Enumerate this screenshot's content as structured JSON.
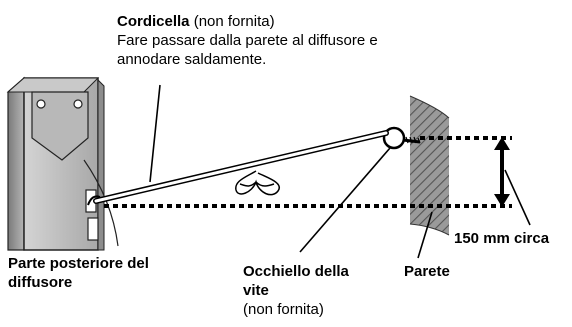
{
  "cord_label": {
    "title": "Cordicella",
    "title_note": " (non fornita)",
    "line1": "Fare passare dalla parete al diffusore e",
    "line2": "annodare saldamente."
  },
  "speaker_label": {
    "line1": "Parte posteriore del",
    "line2": "diffusore"
  },
  "eyelet_label": {
    "line1": "Occhiello della",
    "line2": "vite",
    "line3": "(non fornita)"
  },
  "wall_label": "Parete",
  "distance_label": "150 mm circa"
}
